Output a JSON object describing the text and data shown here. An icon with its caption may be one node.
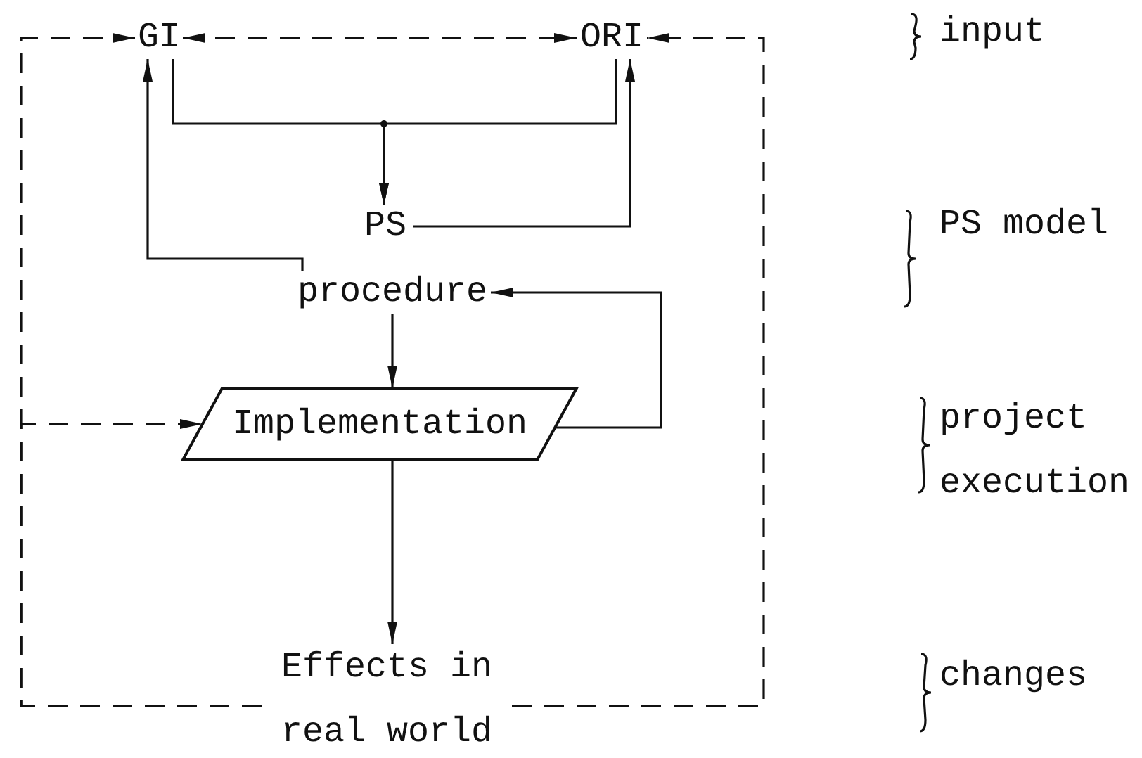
{
  "diagram": {
    "nodes": [
      {
        "text": [
          "GI"
        ]
      },
      {
        "text": [
          "ORI"
        ]
      },
      {
        "text": [
          "PS"
        ]
      },
      {
        "text": [
          "procedure"
        ]
      },
      {
        "text": [
          "Implementation"
        ]
      },
      {
        "text": [
          "Effects in real world"
        ]
      }
    ],
    "edges": [
      {
        "from": 0,
        "to": 1,
        "arrow": "both",
        "style": "dashed"
      },
      {
        "from": 5,
        "to": 0,
        "arrow": "to",
        "style": "dashed"
      },
      {
        "from": 5,
        "to": 1,
        "arrow": "to",
        "style": "dashed"
      },
      {
        "from": 5,
        "to": 4,
        "arrow": "to",
        "style": "dashed"
      },
      {
        "from": 0,
        "to": 2,
        "arrow": "to"
      },
      {
        "from": 1,
        "to": 2,
        "arrow": "to"
      },
      {
        "from": 2,
        "to": 1,
        "arrow": "to"
      },
      {
        "from": 3,
        "to": 0,
        "arrow": "to"
      },
      {
        "from": 3,
        "to": 4,
        "arrow": "to"
      },
      {
        "from": 4,
        "to": 3,
        "arrow": "to"
      },
      {
        "from": 4,
        "to": 5,
        "arrow": "to"
      }
    ],
    "labels": [
      "input",
      "PS model",
      "project execution",
      "changes"
    ]
  }
}
